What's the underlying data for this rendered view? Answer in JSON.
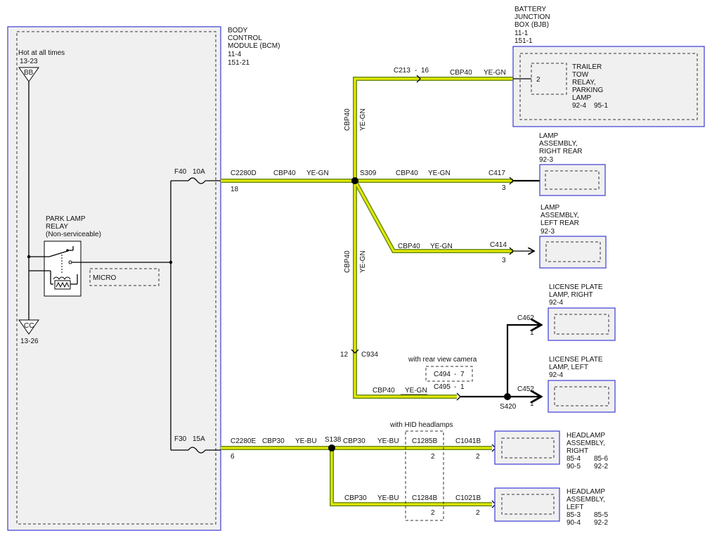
{
  "bcm": {
    "l1": "BODY",
    "l2": "CONTROL",
    "l3": "MODULE (BCM)",
    "l4": "11-4",
    "l5": "151-21"
  },
  "hot": {
    "label": "Hot at all times",
    "ref": "13-23",
    "pin_top": "BB",
    "pin_bottom": "CC",
    "ref_bottom": "13-26"
  },
  "relay": {
    "l1": "PARK LAMP",
    "l2": "RELAY",
    "l3": "(Non-serviceable)",
    "micro": "MICRO"
  },
  "fuses": {
    "f40": "F40",
    "f40_amp": "10A",
    "f30": "F30",
    "f30_amp": "15A"
  },
  "bjb": {
    "l1": "BATTERY",
    "l2": "JUNCTION",
    "l3": "BOX (BJB)",
    "l4": "11-1",
    "l5": "151-1"
  },
  "trailer": {
    "l1": "TRAILER",
    "l2": "TOW",
    "l3": "RELAY,",
    "l4": "PARKING",
    "l5": "LAMP",
    "ref1": "92-4",
    "ref2": "95-1",
    "pin": "2"
  },
  "lamp_rr": {
    "l1": "LAMP",
    "l2": "ASSEMBLY,",
    "l3": "RIGHT REAR",
    "l4": "92-3"
  },
  "lamp_lr": {
    "l1": "LAMP",
    "l2": "ASSEMBLY,",
    "l3": "LEFT REAR",
    "l4": "92-3"
  },
  "lpl_r": {
    "l1": "LICENSE PLATE",
    "l2": "LAMP, RIGHT",
    "l3": "92-4"
  },
  "lpl_l": {
    "l1": "LICENSE PLATE",
    "l2": "LAMP, LEFT",
    "l3": "92-4"
  },
  "hl_r": {
    "l1": "HEADLAMP",
    "l2": "ASSEMBLY,",
    "l3": "RIGHT",
    "r1": "85-4",
    "r2": "85-6",
    "r3": "90-5",
    "r4": "92-2"
  },
  "hl_l": {
    "l1": "HEADLAMP",
    "l2": "ASSEMBLY,",
    "l3": "LEFT",
    "r1": "85-3",
    "r2": "85-5",
    "r3": "90-4",
    "r4": "92-2"
  },
  "wires": {
    "circuit1": "CBP40",
    "color1": "YE-GN",
    "circuit2": "CBP30",
    "color2": "YE-BU"
  },
  "connectors": {
    "c2280d": "C2280D",
    "c2280d_pin": "18",
    "c2280e": "C2280E",
    "c2280e_pin": "6",
    "c213": "C213",
    "c213_pin": "16",
    "s309": "S309",
    "c417": "C417",
    "c417_pin": "3",
    "c414": "C414",
    "c414_pin": "3",
    "c934": "C934",
    "c934_pin": "12",
    "c462": "C462",
    "c462_pin": "1",
    "c452": "C452",
    "c452_pin": "1",
    "s420": "S420",
    "c494": "C494",
    "c494_pin": "7",
    "c495": "C495",
    "c495_pin": "1",
    "s138": "S138",
    "c1285b": "C1285B",
    "c1285b_pin": "2",
    "c1041b": "C1041B",
    "c1041b_pin": "2",
    "c1284b": "C1284B",
    "c1284b_pin": "2",
    "c1021b": "C1021B",
    "c1021b_pin": "2"
  },
  "notes": {
    "rear_camera": "with rear view camera",
    "hid": "with HID headlamps"
  },
  "colors": {
    "wire_yellow": "#e6ea00",
    "wire_green": "#6a8c1e",
    "box_border": "#3b3bd6",
    "box_fill": "#f0f0f0"
  }
}
